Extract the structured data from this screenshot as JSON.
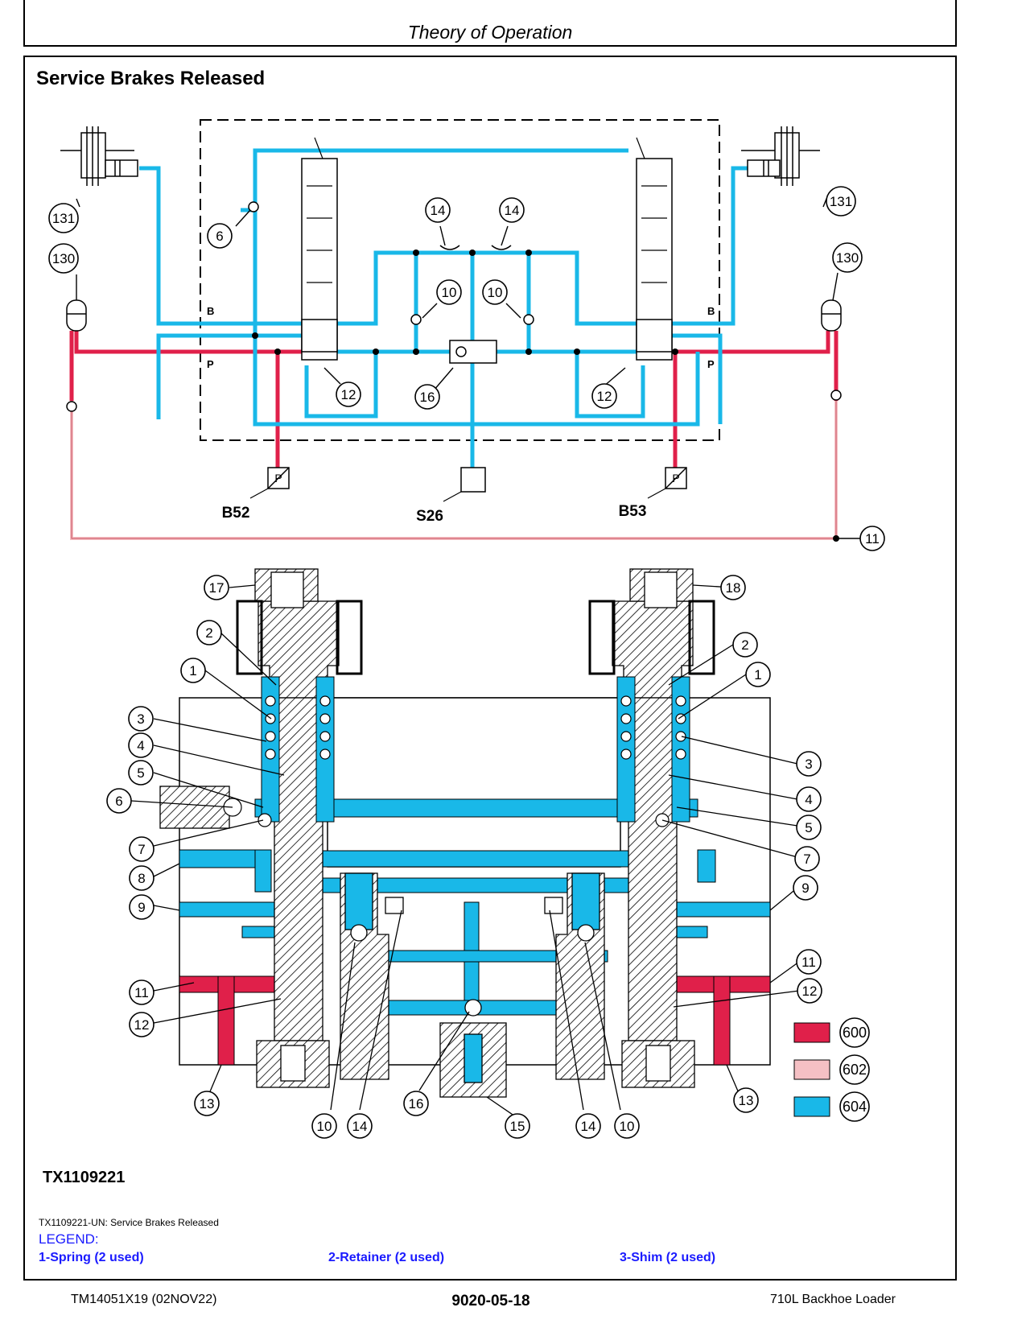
{
  "header": {
    "section": "Theory of Operation"
  },
  "diagram": {
    "title": "Service Brakes Released",
    "figure_id": "TX1109221",
    "caption": "TX1109221-UN: Service Brakes Released",
    "port_labels": {
      "b": "B",
      "p": "P"
    },
    "component_labels": {
      "b52": "B52",
      "s26": "S26",
      "b53": "B53",
      "pressure_symbol": "P"
    },
    "schematic_callouts": [
      "131",
      "130",
      "6",
      "14",
      "14",
      "10",
      "10",
      "12",
      "16",
      "12",
      "131",
      "130",
      "11"
    ],
    "section_callouts_left": [
      "17",
      "2",
      "1",
      "3",
      "4",
      "5",
      "6",
      "7",
      "8",
      "9",
      "11",
      "12",
      "13"
    ],
    "section_callouts_right": [
      "18",
      "2",
      "1",
      "3",
      "4",
      "5",
      "7",
      "9",
      "11",
      "12",
      "13"
    ],
    "section_callouts_bottom": [
      "10",
      "14",
      "16",
      "15",
      "14",
      "10"
    ]
  },
  "color_legend": [
    {
      "code": "600",
      "color": "#e0204a"
    },
    {
      "code": "602",
      "color": "#f5c0c4"
    },
    {
      "code": "604",
      "color": "#19b8e8"
    }
  ],
  "legend": {
    "label": "LEGEND:",
    "items": [
      "1-Spring (2 used)",
      "2-Retainer (2 used)",
      "3-Shim (2 used)"
    ]
  },
  "footer": {
    "left": "TM14051X19 (02NOV22)",
    "center": "9020-05-18",
    "right": "710L Backhoe Loader"
  }
}
